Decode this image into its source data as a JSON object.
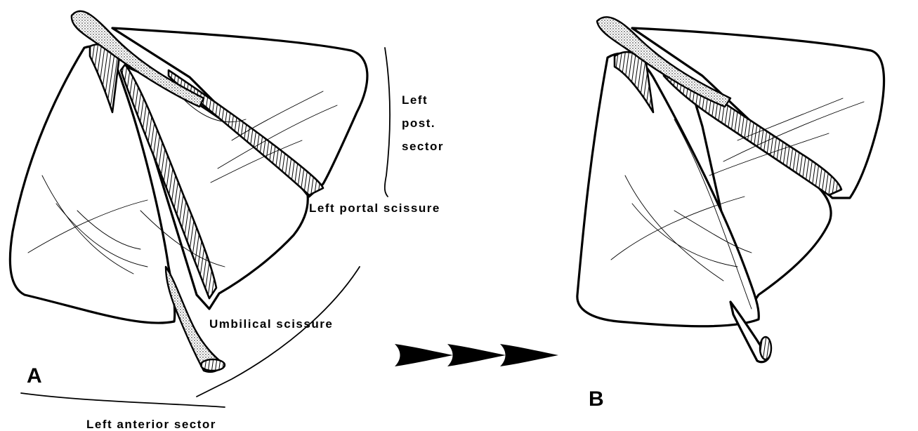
{
  "figure": {
    "panel_a_label": "A",
    "panel_b_label": "B",
    "labels": {
      "left_post_sector_line1": "Left",
      "left_post_sector_line2": "post.",
      "left_post_sector_line3": "sector",
      "left_portal_scissure": "Left portal scissure",
      "umbilical_scissure": "Umbilical scissure",
      "left_anterior_sector": "Left anterior sector"
    },
    "arrow_count": 3,
    "ink_color": "#000000",
    "background_color": "#ffffff"
  }
}
